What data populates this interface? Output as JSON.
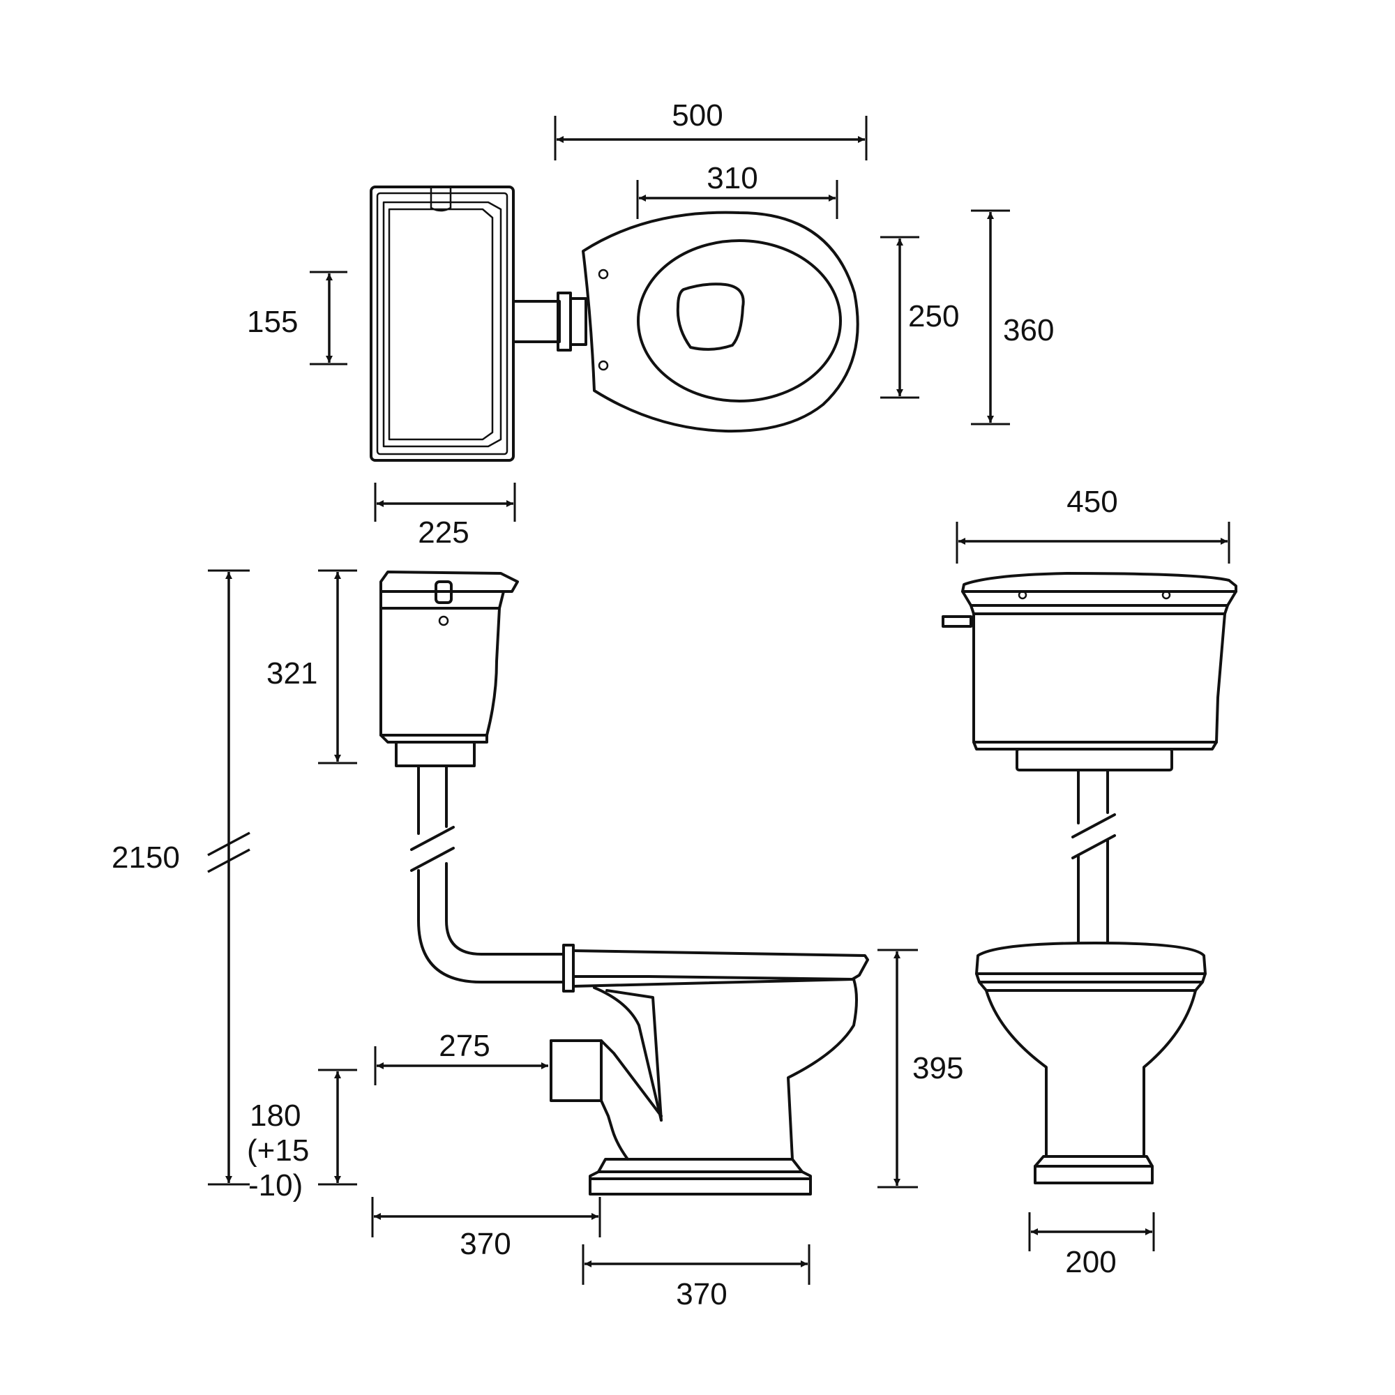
{
  "dimensions": {
    "bowl_length_top": "500",
    "seat_opening_width": "310",
    "bowl_width_inner": "250",
    "bowl_width_overall": "360",
    "cistern_outlet_offset": "155",
    "cistern_depth": "225",
    "cistern_width": "450",
    "cistern_height": "321",
    "overall_height": "2150",
    "outlet_height_line1": "180",
    "outlet_height_line2": "(+15",
    "outlet_height_line3": "-10)",
    "outlet_to_wall": "275",
    "wall_to_foot": "370",
    "foot_length": "370",
    "bowl_height": "395",
    "foot_width": "200"
  },
  "colors": {
    "line": "#111111",
    "background": "#ffffff"
  }
}
